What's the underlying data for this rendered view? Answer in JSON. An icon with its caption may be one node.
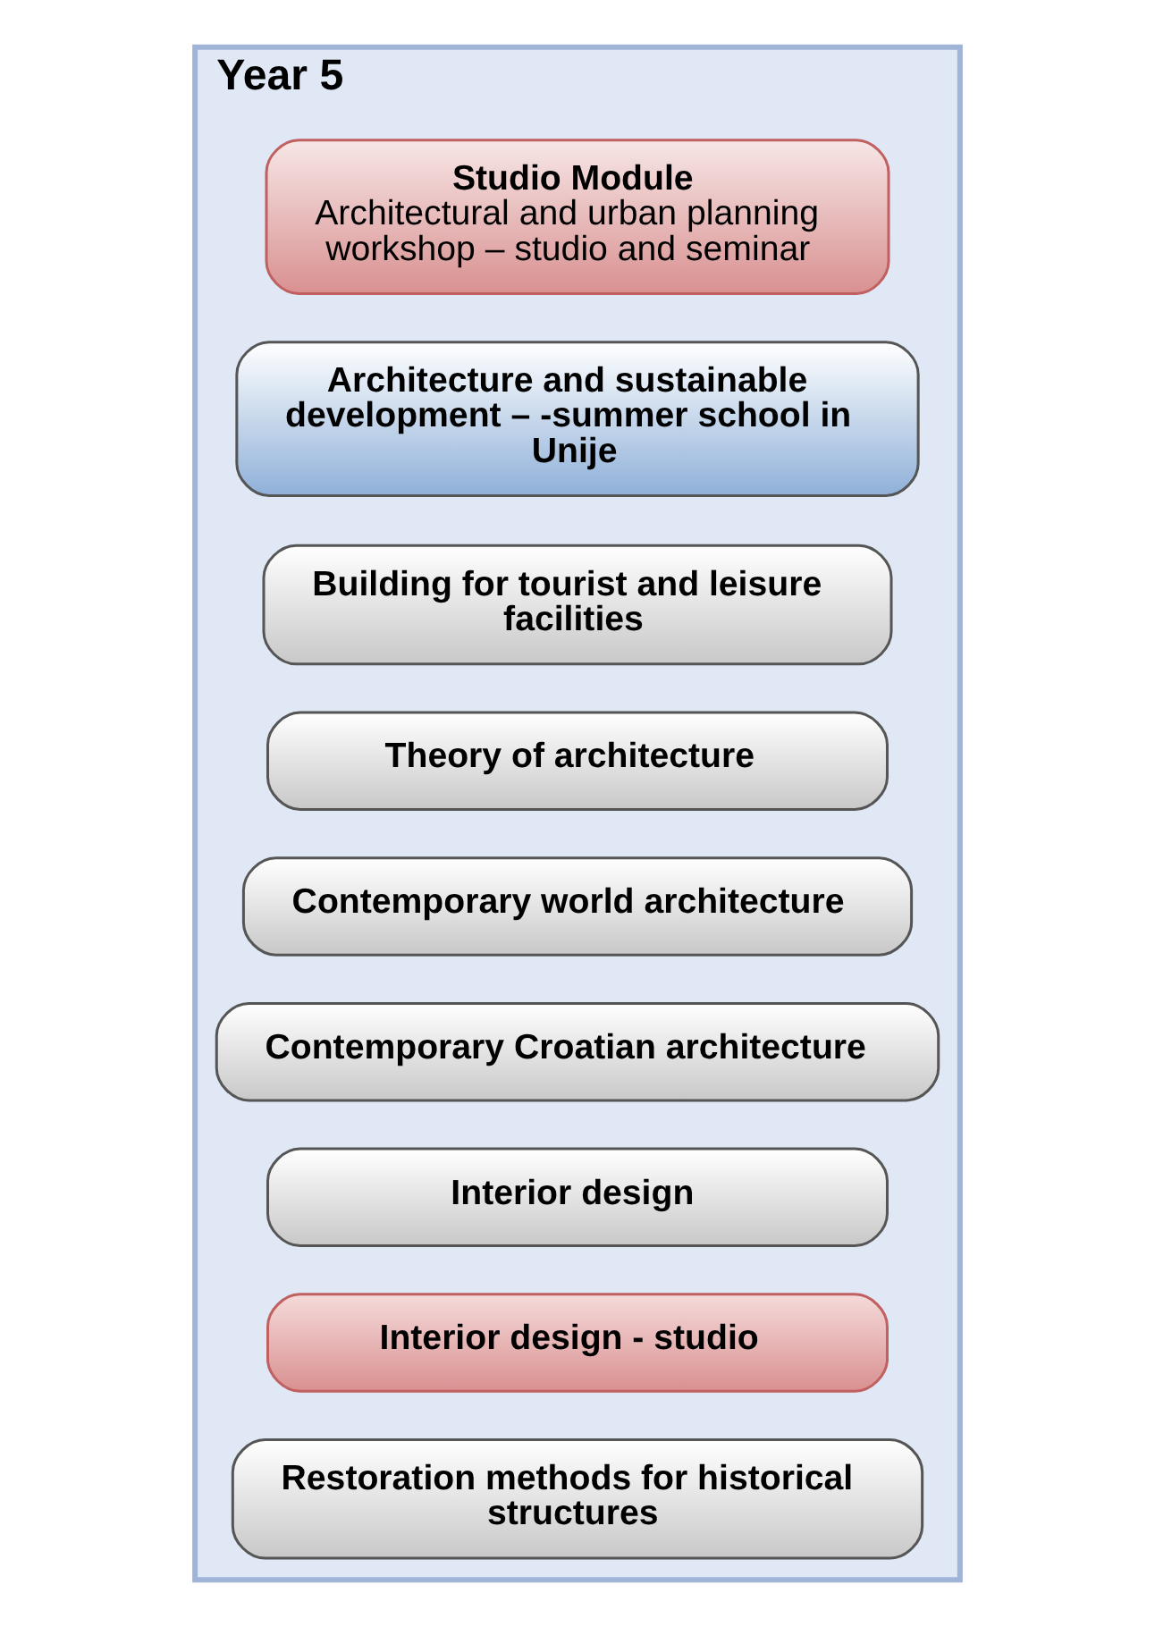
{
  "diagram": {
    "nodes": [
      {
        "text": [
          "Year 5"
        ]
      },
      {
        "text": [
          "Studio Module",
          "Architectural and urban planning workshop – studio and seminar"
        ],
        "in": 0
      },
      {
        "text": [
          "Architecture and sustainable development – -summer school in Unije"
        ],
        "in": 0
      },
      {
        "text": [
          "Building for tourist and leisure facilities"
        ],
        "in": 0
      },
      {
        "text": [
          "Theory of architecture"
        ],
        "in": 0
      },
      {
        "text": [
          "Contemporary world architecture"
        ],
        "in": 0
      },
      {
        "text": [
          "Contemporary Croatian architecture"
        ],
        "in": 0
      },
      {
        "text": [
          "Interior design"
        ],
        "in": 0
      },
      {
        "text": [
          "Interior design - studio"
        ],
        "in": 0
      },
      {
        "text": [
          "Restoration methods for historical structures"
        ],
        "in": 0
      }
    ],
    "edges": []
  }
}
